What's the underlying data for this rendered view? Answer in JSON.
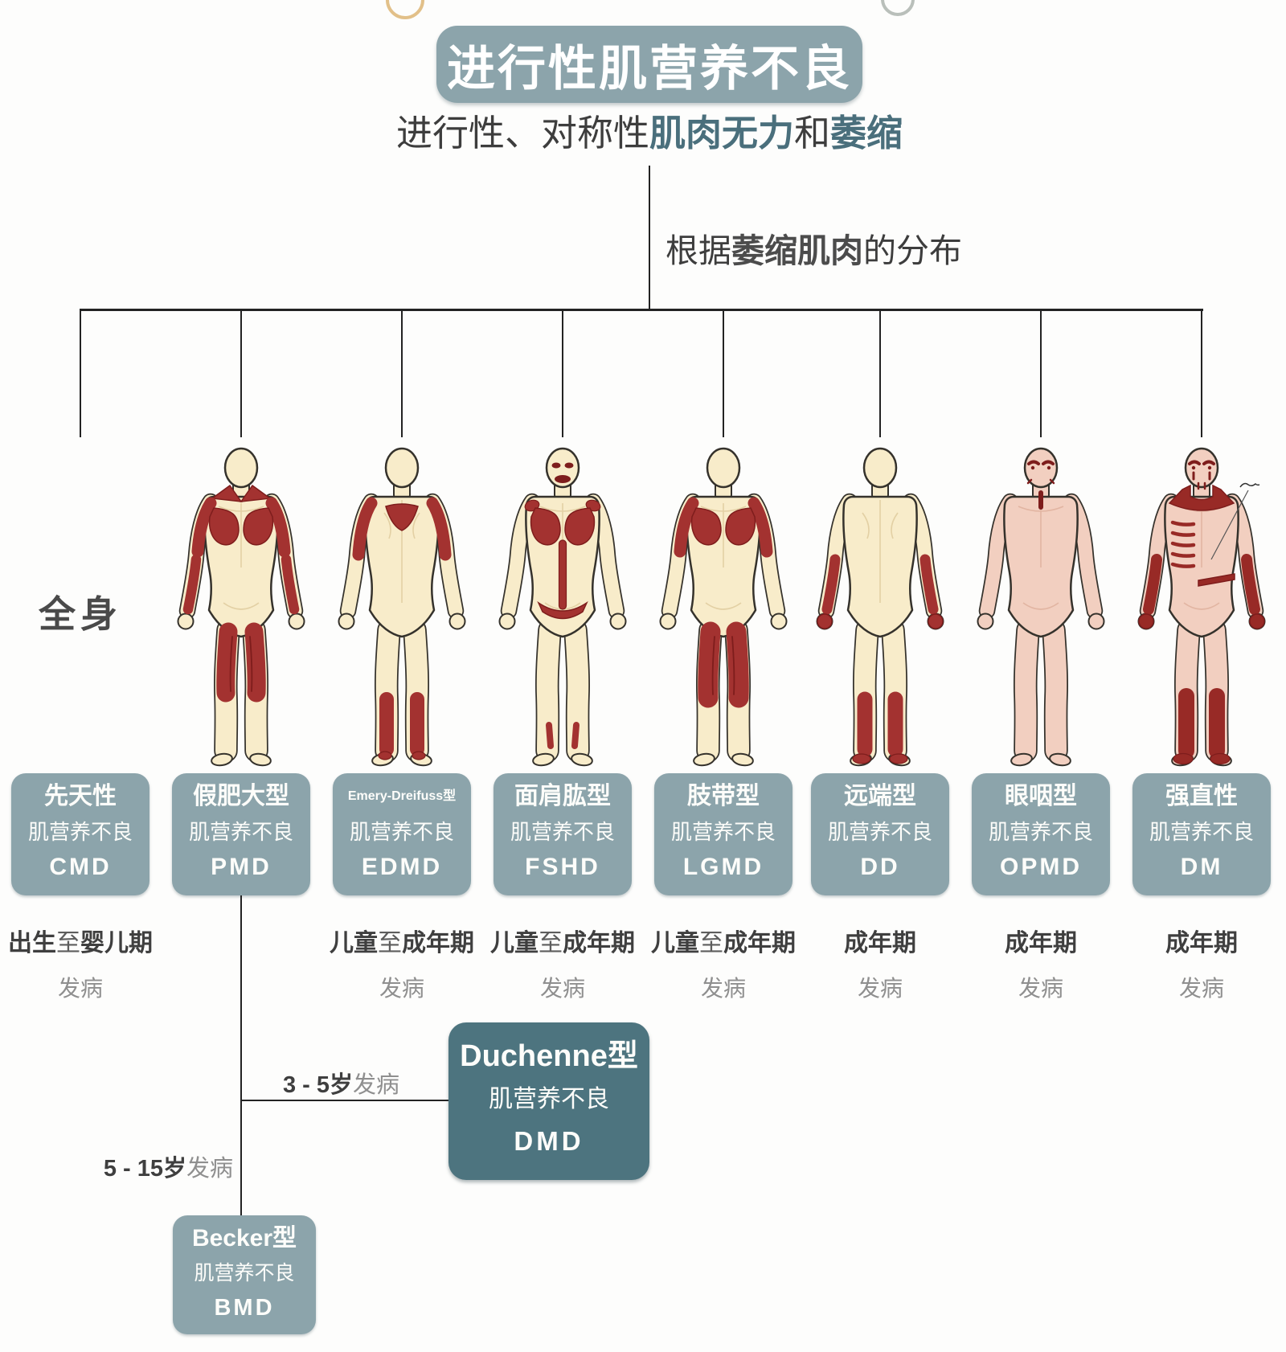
{
  "title": "进行性肌营养不良",
  "subtitle_segments": [
    {
      "text": "进行性、对称性",
      "bold": false
    },
    {
      "text": "肌肉无力",
      "bold": true
    },
    {
      "text": "和",
      "bold": false
    },
    {
      "text": "萎缩",
      "bold": true
    }
  ],
  "distribution_note_segments": [
    {
      "text": "根据",
      "bold": false
    },
    {
      "text": "萎缩肌肉",
      "bold": true
    },
    {
      "text": "的分布",
      "bold": false
    }
  ],
  "region_label": "全身",
  "types": [
    {
      "id": "cmd",
      "name": "先天性",
      "subtitle": "肌营养不良",
      "acronym": "CMD",
      "onset_segments": [
        {
          "text": "出生",
          "bold": true
        },
        {
          "text": "至",
          "bold": false
        },
        {
          "text": "婴儿期",
          "bold": true
        }
      ],
      "onset_suffix": "发病",
      "figure": "none",
      "regions": "全身"
    },
    {
      "id": "pmd",
      "name": "假肥大型",
      "subtitle": "肌营养不良",
      "acronym": "PMD",
      "onset_segments": [],
      "onset_suffix": "",
      "figure": "pmd",
      "regions": "肩部、胸部、上肢、大腿"
    },
    {
      "id": "edmd",
      "name": "Emery-Dreifuss型",
      "subtitle": "肌营养不良",
      "acronym": "EDMD",
      "onset_segments": [
        {
          "text": "儿童",
          "bold": true
        },
        {
          "text": "至",
          "bold": false
        },
        {
          "text": "成年期",
          "bold": true
        }
      ],
      "onset_suffix": "发病",
      "figure": "edmd",
      "regions": "肩部、上臂、小腿"
    },
    {
      "id": "fshd",
      "name": "面肩肱型",
      "subtitle": "肌营养不良",
      "acronym": "FSHD",
      "onset_segments": [
        {
          "text": "儿童",
          "bold": true
        },
        {
          "text": "至",
          "bold": false
        },
        {
          "text": "成年期",
          "bold": true
        }
      ],
      "onset_suffix": "发病",
      "figure": "fshd",
      "regions": "面部、肩部、胸部、腹部"
    },
    {
      "id": "lgmd",
      "name": "肢带型",
      "subtitle": "肌营养不良",
      "acronym": "LGMD",
      "onset_segments": [
        {
          "text": "儿童",
          "bold": true
        },
        {
          "text": "至",
          "bold": false
        },
        {
          "text": "成年期",
          "bold": true
        }
      ],
      "onset_suffix": "发病",
      "figure": "lgmd",
      "regions": "肩带、骨盆带、大腿"
    },
    {
      "id": "dd",
      "name": "远端型",
      "subtitle": "肌营养不良",
      "acronym": "DD",
      "onset_segments": [
        {
          "text": "成年期",
          "bold": true
        }
      ],
      "onset_suffix": "发病",
      "figure": "dd",
      "regions": "前臂、手、小腿"
    },
    {
      "id": "opmd",
      "name": "眼咽型",
      "subtitle": "肌营养不良",
      "acronym": "OPMD",
      "onset_segments": [
        {
          "text": "成年期",
          "bold": true
        }
      ],
      "onset_suffix": "发病",
      "figure": "opmd",
      "regions": "眼部、咽部"
    },
    {
      "id": "dm",
      "name": "强直性",
      "subtitle": "肌营养不良",
      "acronym": "DM",
      "onset_segments": [
        {
          "text": "成年期",
          "bold": true
        }
      ],
      "onset_suffix": "发病",
      "figure": "dm",
      "regions": "面部、颈部、前臂、手、小腿、足"
    }
  ],
  "pmd_subtypes": {
    "duchenne": {
      "branch_age_segments": [
        {
          "text": "3 - 5岁",
          "bold": true
        },
        {
          "text": "发病",
          "bold": false
        }
      ],
      "name": "Duchenne型",
      "subtitle": "肌营养不良",
      "acronym": "DMD"
    },
    "becker": {
      "branch_age_segments": [
        {
          "text": "5 - 15岁",
          "bold": true
        },
        {
          "text": "发病",
          "bold": false
        }
      ],
      "name": "Becker型",
      "subtitle": "肌营养不良",
      "acronym": "BMD"
    }
  },
  "colors": {
    "box": "#8ca4ab",
    "box_dark": "#4d747f",
    "muscle": "#a33230",
    "muscle_dark": "#7e1d1c",
    "muscle_dm": "#982a26",
    "skin_cream": "#f8ecca",
    "skin_pink": "#f2cfc0",
    "line": "#232323",
    "text_dark": "#3d3d3d",
    "text_gray": "#8f8f8f",
    "accent_teal": "#4a6f7c"
  }
}
